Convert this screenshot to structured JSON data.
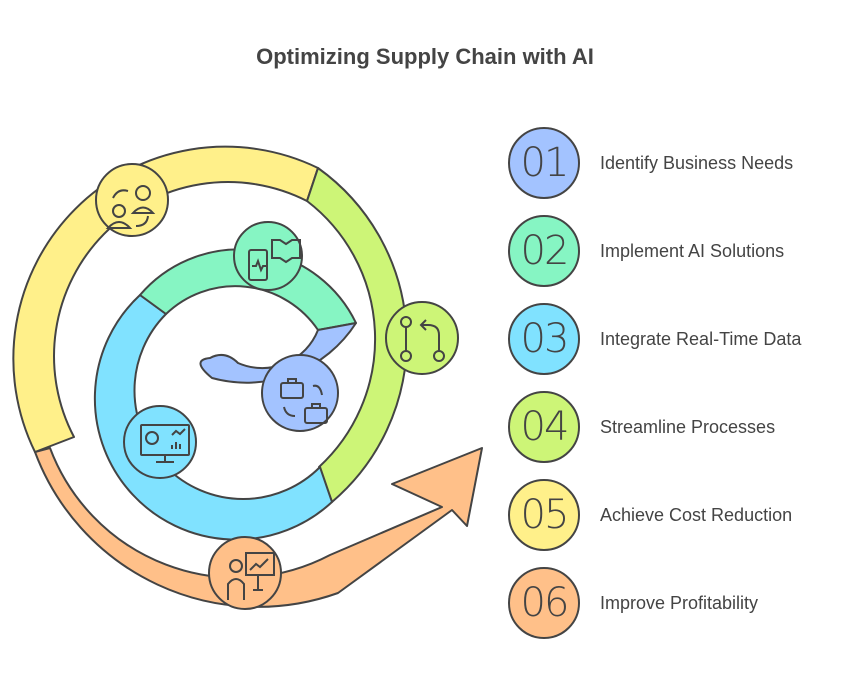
{
  "title": "Optimizing Supply Chain with AI",
  "steps": [
    {
      "number": "01",
      "label": "Identify Business Needs",
      "color": "#a3c3ff",
      "icon": "briefcase-transfer-icon"
    },
    {
      "number": "02",
      "label": "Implement AI Solutions",
      "color": "#86f5c3",
      "icon": "mobile-book-icon"
    },
    {
      "number": "03",
      "label": "Integrate Real-Time Data",
      "color": "#80e2ff",
      "icon": "monitor-analytics-icon"
    },
    {
      "number": "04",
      "label": "Streamline Processes",
      "color": "#cdf577",
      "icon": "process-flow-icon"
    },
    {
      "number": "05",
      "label": "Achieve Cost Reduction",
      "color": "#fff08a",
      "icon": "people-exchange-icon"
    },
    {
      "number": "06",
      "label": "Improve Profitability",
      "color": "#ffc089",
      "icon": "presenter-chart-icon"
    }
  ]
}
